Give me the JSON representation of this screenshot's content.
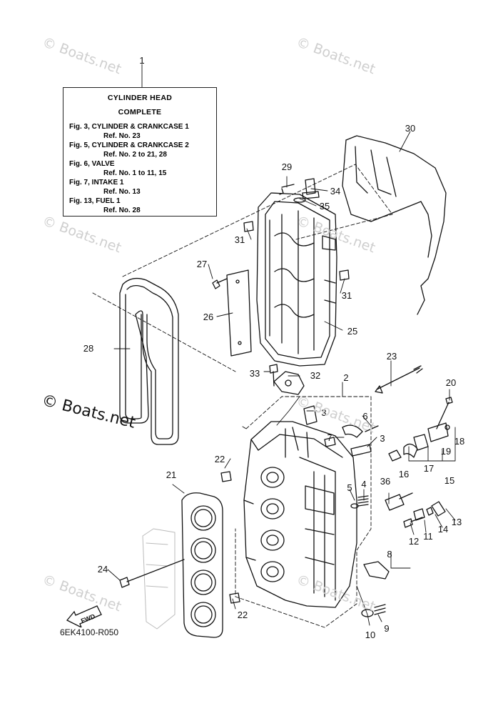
{
  "watermark": "© Boats.net",
  "legend": {
    "title1": "CYLINDER HEAD",
    "title2": "COMPLETE",
    "lines": [
      "Fig. 3, CYLINDER & CRANKCASE 1",
      "Ref. No. 23",
      "Fig. 5, CYLINDER & CRANKCASE 2",
      "Ref. No. 2 to 21, 28",
      "Fig. 6, VALVE",
      "Ref. No. 1 to 11, 15",
      "Fig. 7, INTAKE 1",
      "Ref. No. 13",
      "Fig. 13, FUEL 1",
      "Ref. No. 28"
    ]
  },
  "diagram_code": "6EK4100-R050",
  "fwd_label": "FWD",
  "callouts": [
    "1",
    "2",
    "3",
    "3",
    "4",
    "5",
    "6",
    "7",
    "8",
    "9",
    "10",
    "11",
    "12",
    "13",
    "14",
    "15",
    "16",
    "17",
    "18",
    "19",
    "20",
    "21",
    "22",
    "22",
    "23",
    "24",
    "25",
    "26",
    "27",
    "28",
    "29",
    "30",
    "31",
    "31",
    "32",
    "33",
    "34",
    "35",
    "36"
  ]
}
